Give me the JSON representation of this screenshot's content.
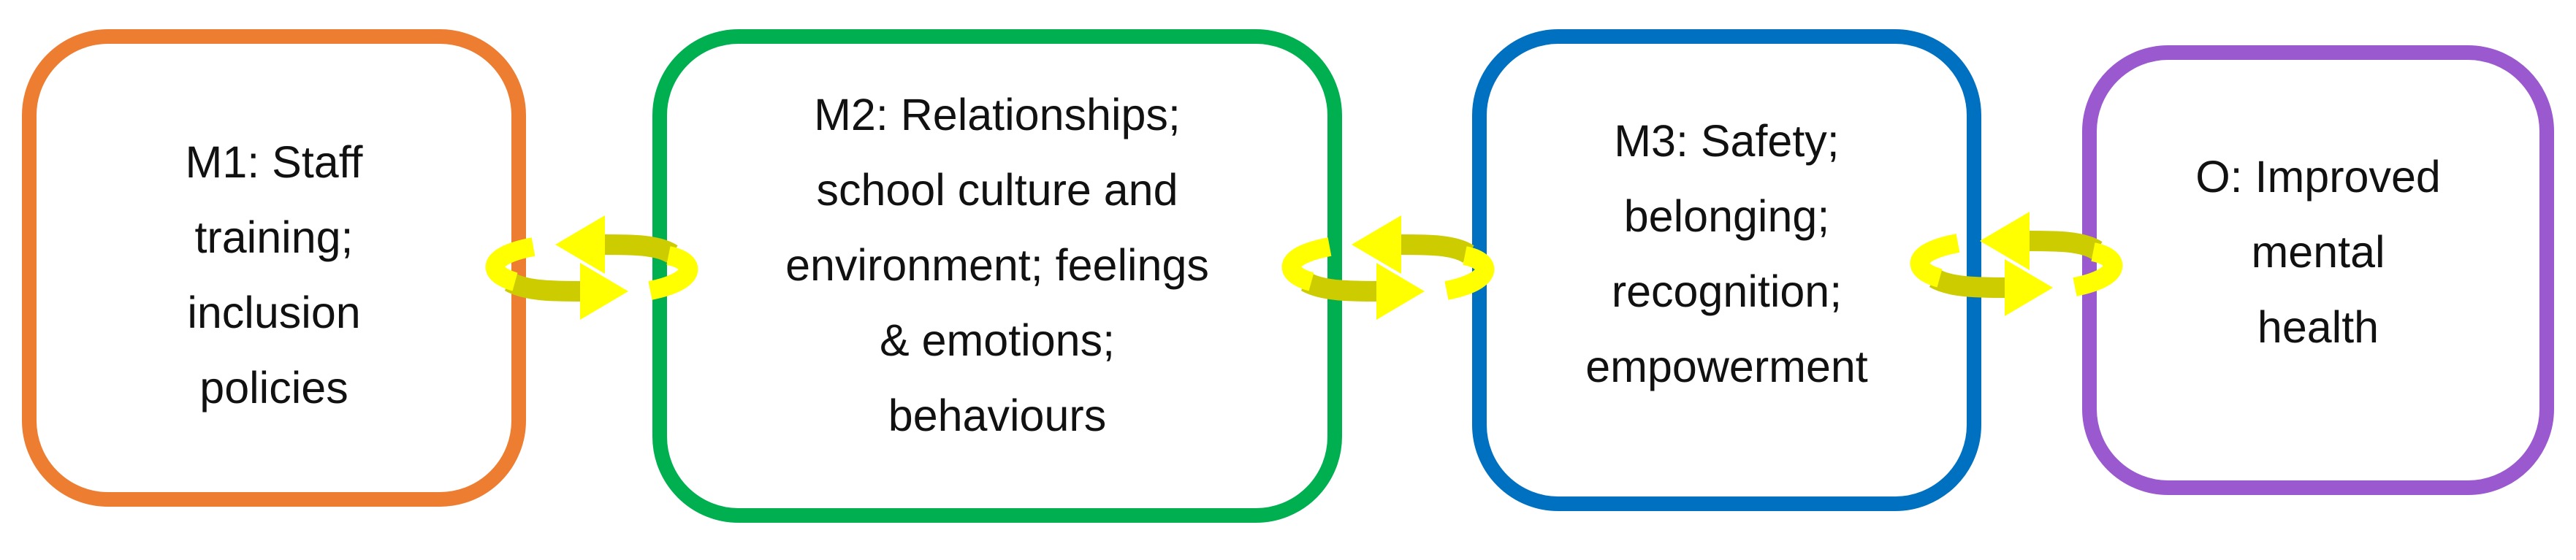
{
  "stages": [
    {
      "id": "m1",
      "text": "M1: Staff\ntraining;\ninclusion\npolicies",
      "border_color": "#ED7D31"
    },
    {
      "id": "m2",
      "text": "M2: Relationships;\nschool culture and\nenvironment; feelings\n& emotions;\nbehaviours",
      "border_color": "#00B050"
    },
    {
      "id": "m3",
      "text": "M3: Safety;\nbelonging;\nrecognition;\nempowerment",
      "border_color": "#0070C0"
    },
    {
      "id": "o",
      "text": "O: Improved\nmental\nhealth",
      "border_color": "#9B59D0"
    }
  ],
  "connectors": [
    {
      "from": "m1",
      "to": "m2",
      "icon": "bidirectional-cycle-arrows-icon"
    },
    {
      "from": "m2",
      "to": "m3",
      "icon": "bidirectional-cycle-arrows-icon"
    },
    {
      "from": "m3",
      "to": "o",
      "icon": "bidirectional-cycle-arrows-icon"
    }
  ],
  "colors": {
    "arrow_body": "#CCCC00",
    "arrow_head": "#FFFF00",
    "background": "#FFFFFF",
    "text": "#111111"
  }
}
